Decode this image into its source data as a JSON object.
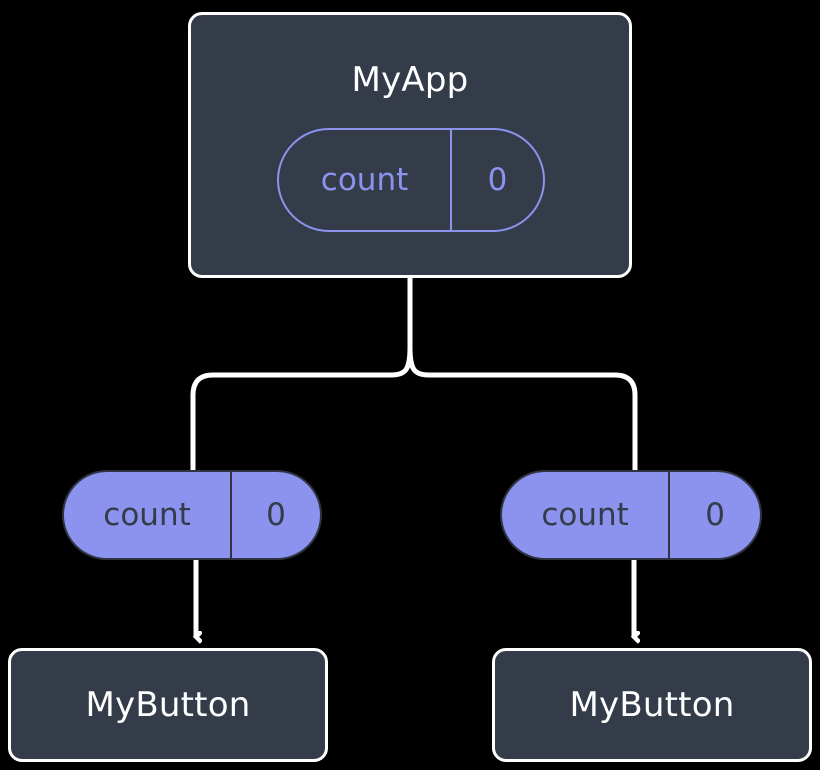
{
  "diagram": {
    "title": "Flutter widget tree with shared count state",
    "background_color": "#000000",
    "node_fill": "#343b49",
    "node_border": "#ffffff",
    "accent_color": "#8b93ef",
    "edge_color": "#ffffff"
  },
  "root": {
    "label": "MyApp",
    "state": {
      "key": "count",
      "value": "0"
    }
  },
  "children": [
    {
      "state": {
        "key": "count",
        "value": "0"
      },
      "label": "MyButton"
    },
    {
      "state": {
        "key": "count",
        "value": "0"
      },
      "label": "MyButton"
    }
  ],
  "edges": {
    "fork": "root-to-children-fork",
    "arrows": [
      "left-state-to-left-button",
      "right-state-to-right-button"
    ]
  }
}
